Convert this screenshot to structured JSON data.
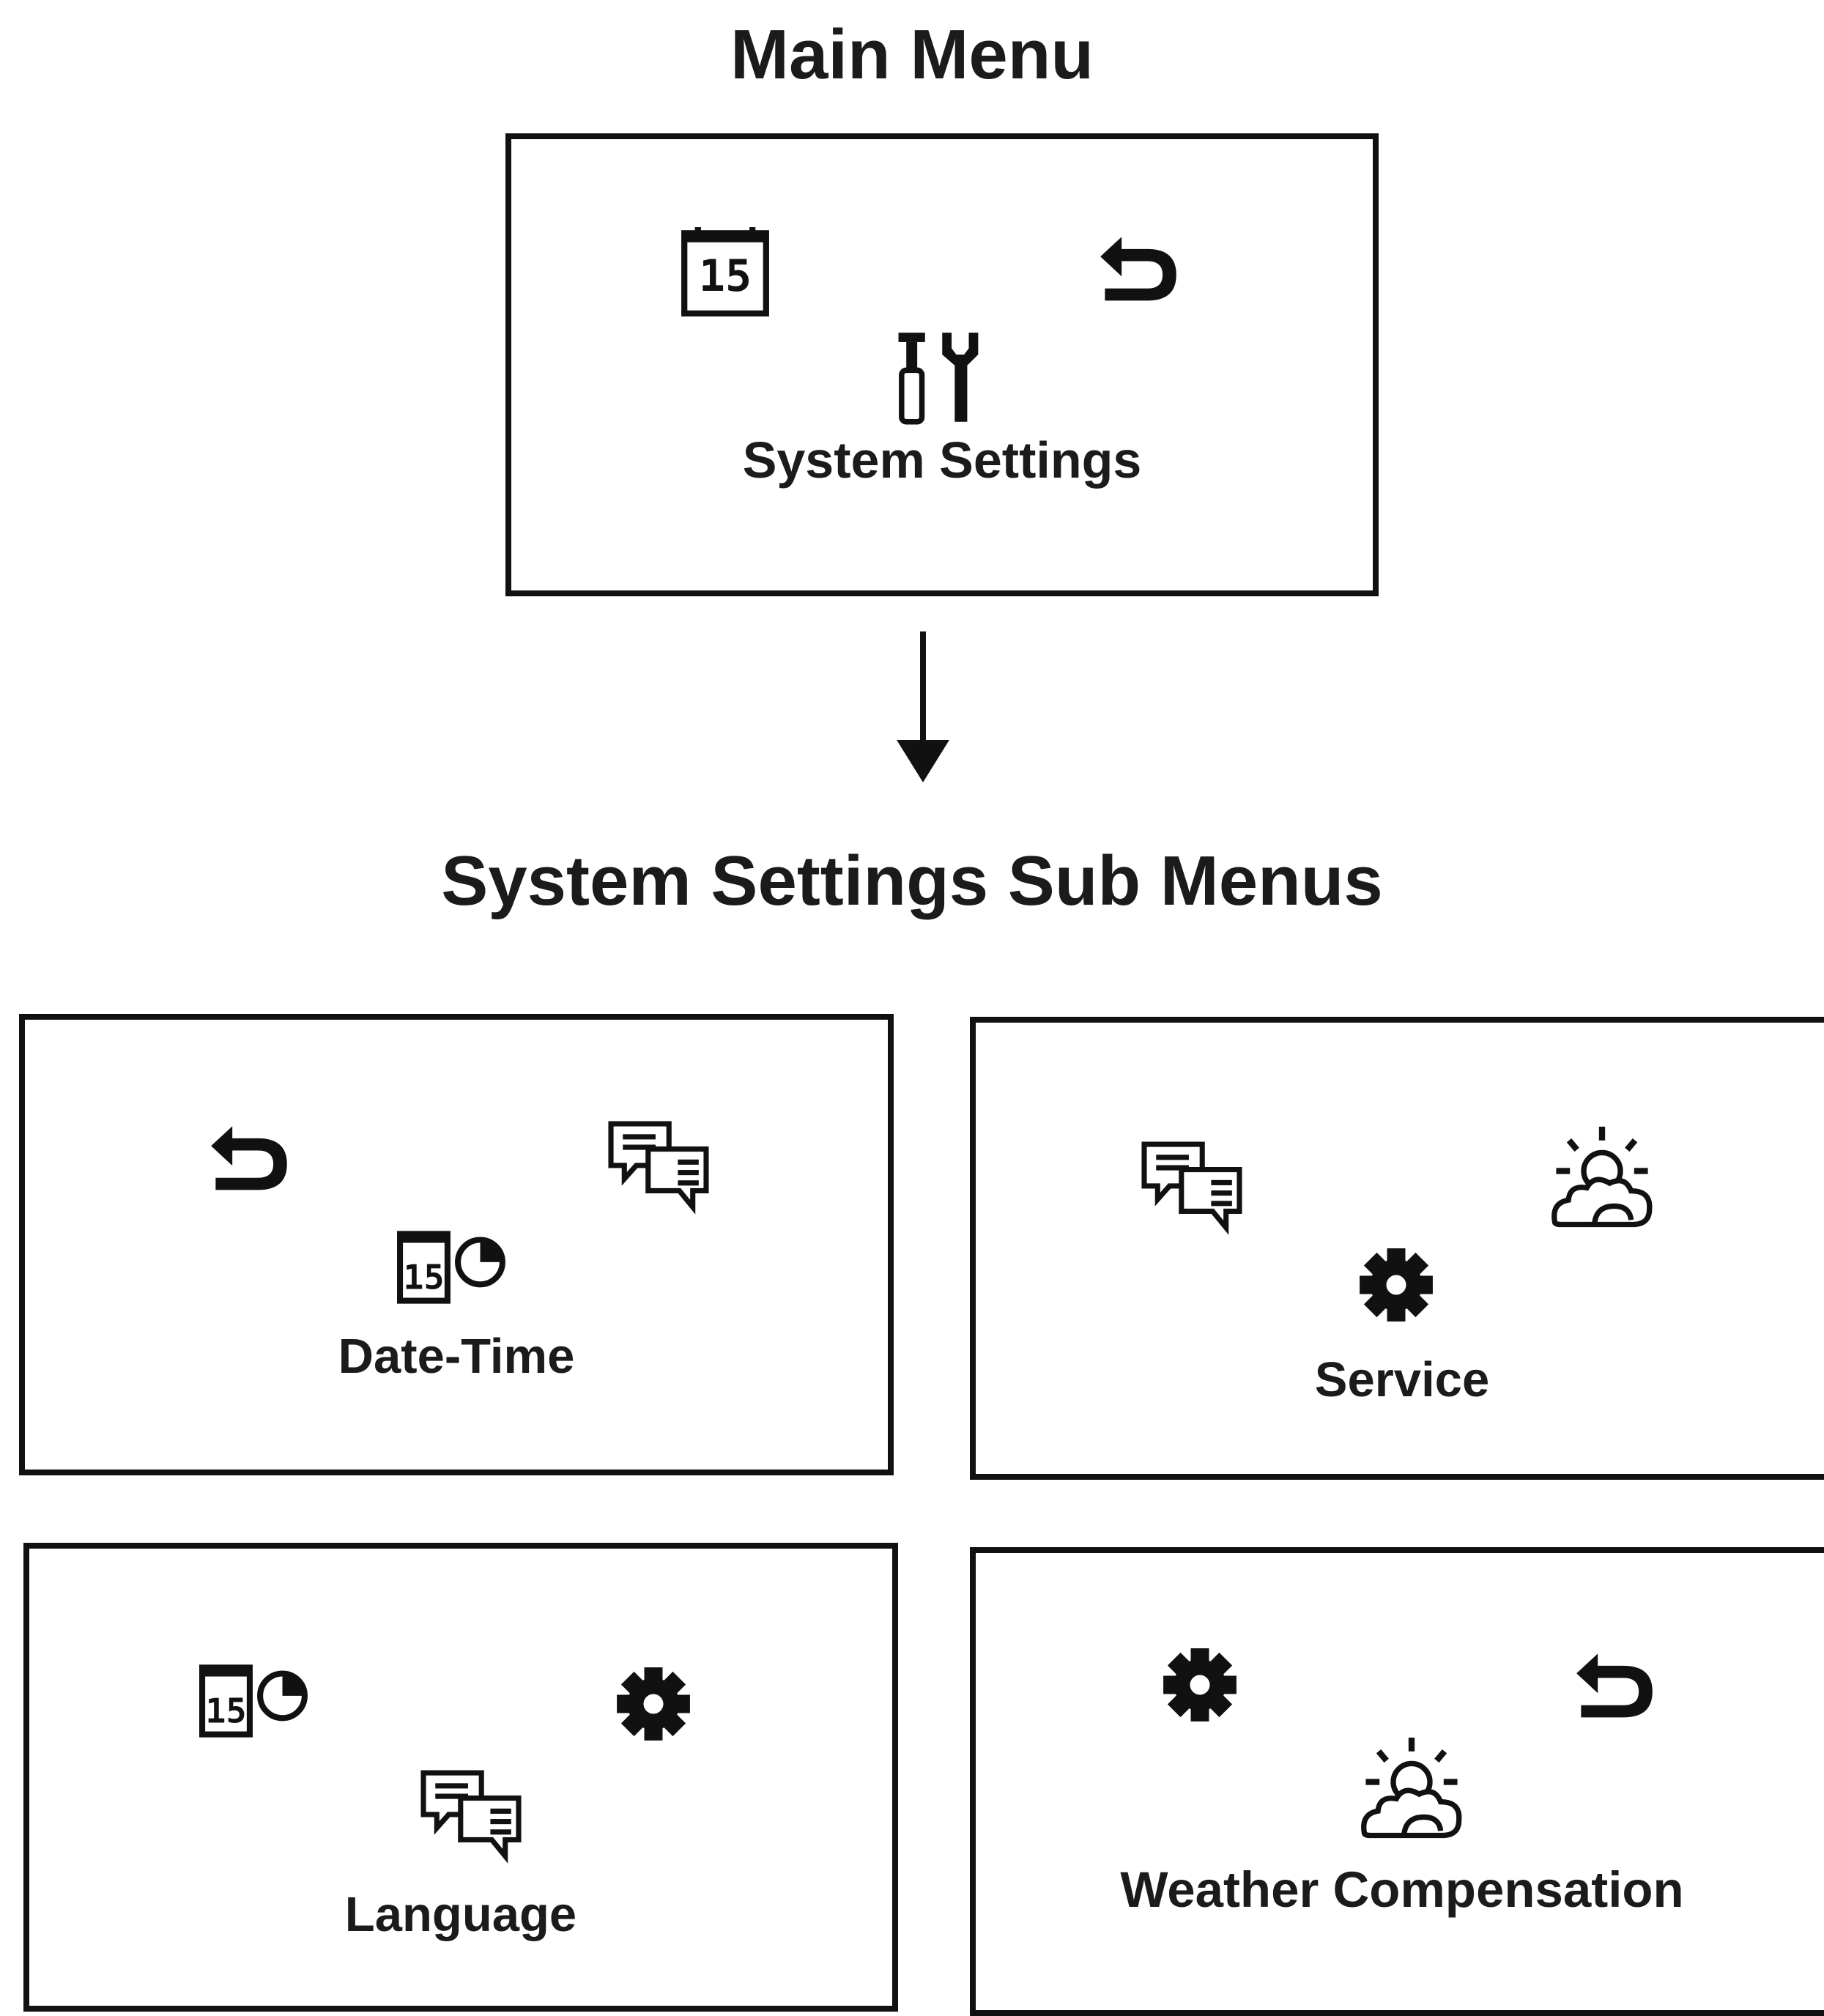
{
  "main": {
    "title": "Main Menu",
    "screen": {
      "label": "System Settings",
      "icons": [
        "calendar-icon",
        "tools-icon",
        "back-icon"
      ]
    }
  },
  "sub": {
    "title": "System Settings Sub Menus",
    "screens": [
      {
        "label": "Date-Time",
        "icons": [
          "back-icon",
          "date-time-icon",
          "language-icon"
        ]
      },
      {
        "label": "Service",
        "icons": [
          "language-icon",
          "gear-icon",
          "weather-icon"
        ]
      },
      {
        "label": "Language",
        "icons": [
          "date-time-icon",
          "language-icon",
          "gear-icon"
        ]
      },
      {
        "label": "Weather Compensation",
        "icons": [
          "gear-icon",
          "weather-icon",
          "back-icon"
        ]
      }
    ]
  },
  "colors": {
    "ink": "#111111",
    "background": "#ffffff"
  }
}
